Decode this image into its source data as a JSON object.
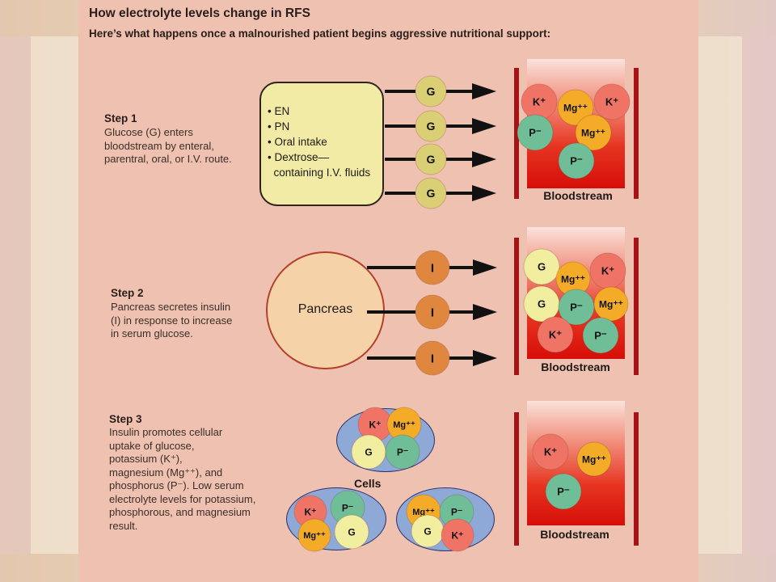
{
  "title": "How electrolyte levels change in RFS",
  "subtitle": "Here’s what happens once a malnourished patient begins aggressive nutritional support:",
  "steps": [
    {
      "heading": "Step 1",
      "text": [
        "Glucose (G) enters",
        "bloodstream by enteral,",
        "parentral, oral, or I.V. route."
      ]
    },
    {
      "heading": "Step 2",
      "text": [
        "Pancreas secretes insulin",
        "(I) in response to increase",
        "in serum glucose."
      ]
    },
    {
      "heading": "Step 3",
      "text": [
        "Insulin promotes cellular",
        "uptake of glucose,",
        "potassium (K⁺),",
        "magnesium (Mg⁺⁺), and",
        "phosphorus (P⁻). Low serum",
        "electrolyte levels for potassium,",
        "phosphorous, and magnesium",
        "result."
      ]
    }
  ],
  "sources": [
    "• EN",
    "• PN",
    "• Oral intake",
    "• Dextrose—",
    "  containing I.V. fluids"
  ],
  "pancreas_label": "Pancreas",
  "bloodstream_label": "Bloodstream",
  "cells_label": "Cells",
  "ions": {
    "K": "K⁺",
    "Mg": "Mg⁺⁺",
    "P": "P⁻",
    "G": "G",
    "I": "I"
  },
  "colors": {
    "K": "#f07466",
    "Mg": "#f4ab27",
    "P": "#6fbe98",
    "G": "#f1eea0",
    "G_arrow": "#dbcf75",
    "I": "#e0873f",
    "bloodstream_rail": "#a81416",
    "cell": "#8fa9d6"
  }
}
